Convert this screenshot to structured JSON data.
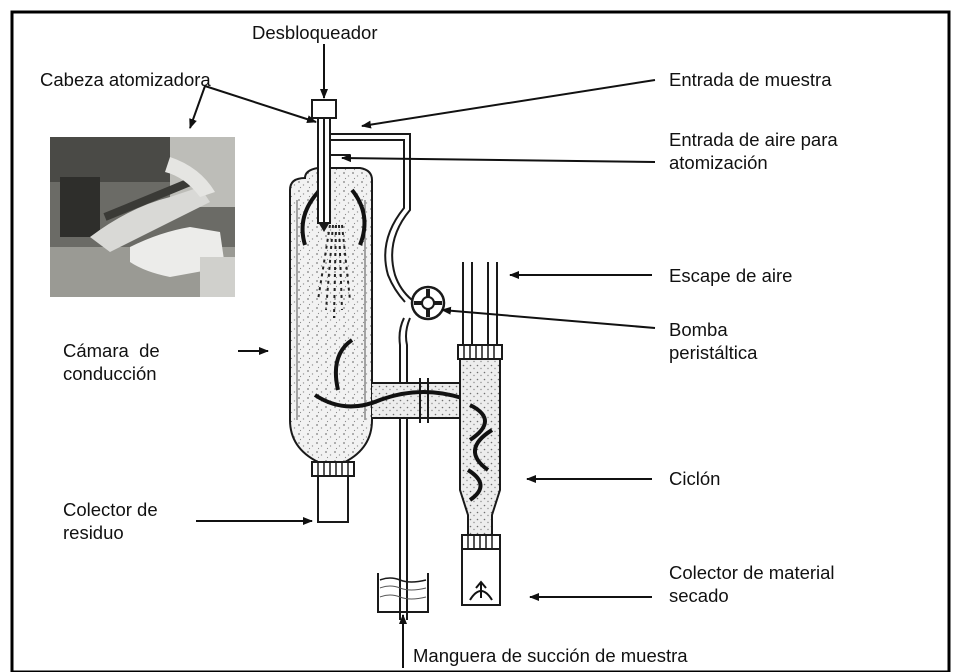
{
  "diagram": {
    "labels": {
      "desbloqueador": "Desbloqueador",
      "cabeza_atomizadora": "Cabeza atomizadora",
      "entrada_muestra": "Entrada de muestra",
      "entrada_aire_line1": "Entrada de aire para",
      "entrada_aire_line2": "atomización",
      "escape_aire": "Escape de aire",
      "bomba_line1": "Bomba",
      "bomba_line2": "peristáltica",
      "camara_line1": "Cámara  de",
      "camara_line2": "conducción",
      "ciclon": "Ciclón",
      "colector_residuo_line1": "Colector de",
      "colector_residuo_line2": "residuo",
      "colector_material_line1": "Colector de material",
      "colector_material_line2": "secado",
      "manguera": "Manguera de succión de muestra"
    },
    "colors": {
      "frame": "#000000",
      "line": "#1a1a1a",
      "speckle": "#8a8a8a",
      "photo_bg": "#5a5a55",
      "glove": "#e8e8e6"
    }
  }
}
